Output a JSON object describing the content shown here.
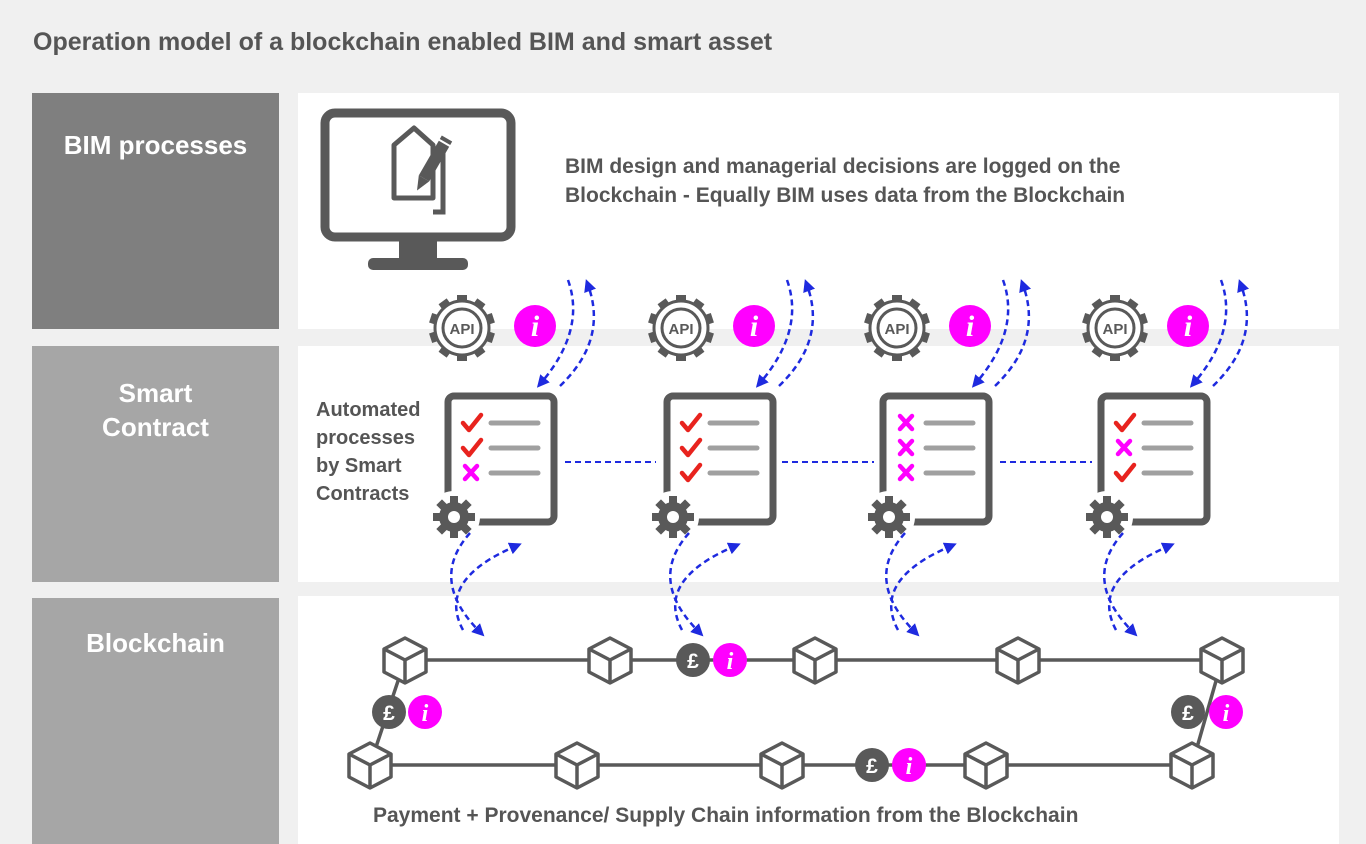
{
  "title": "Operation model of a blockchain enabled BIM and smart asset",
  "bands": {
    "bim": {
      "label": "BIM processes"
    },
    "smart": {
      "label_line1": "Smart",
      "label_line2": "Contract"
    },
    "blockchain": {
      "label": "Blockchain"
    }
  },
  "bim_description": {
    "line1": "BIM design and managerial decisions are logged on the",
    "line2": "Blockchain - Equally BIM uses data from the Blockchain"
  },
  "automated_text": {
    "line1": "Automated",
    "line2": "processes",
    "line3": "by Smart",
    "line4": "Contracts"
  },
  "api_label": "API",
  "info_symbol": "i",
  "pound_symbol": "£",
  "footer": "Payment + Provenance/ Supply Chain information from the Blockchain",
  "contracts": [
    {
      "checks": [
        "check",
        "check",
        "cross"
      ]
    },
    {
      "checks": [
        "check",
        "check",
        "check"
      ]
    },
    {
      "checks": [
        "cross",
        "cross",
        "cross"
      ]
    },
    {
      "checks": [
        "check",
        "cross",
        "check"
      ]
    }
  ],
  "colors": {
    "band_dark": "#7f7f7f",
    "band_light": "#a6a6a6",
    "icon_gray": "#595959",
    "check_red": "#e8231e",
    "cross_magenta": "#ff00ff",
    "arrow_blue": "#1e2adf"
  }
}
